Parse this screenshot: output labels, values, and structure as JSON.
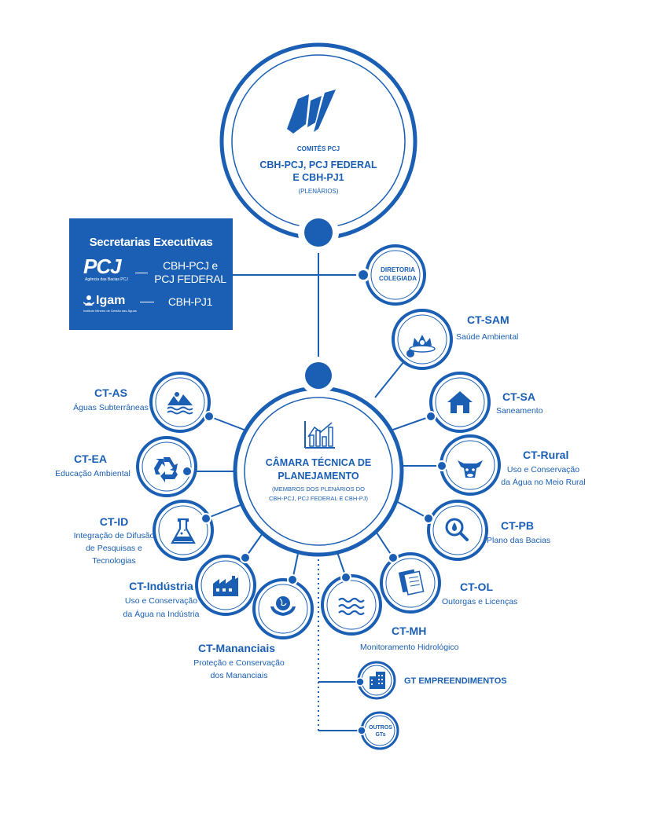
{
  "plenary": {
    "label_small": "COMITÊS PCJ",
    "title_line1": "CBH-PCJ, PCJ FEDERAL",
    "title_line2": "E CBH-PJ1",
    "subtitle": "(PLENÁRIOS)"
  },
  "secretarias": {
    "title": "Secretarias Executivas",
    "pcj_logo_text": "PCJ",
    "pcj_logo_sub": "Agência das Bacias PCJ",
    "pcj_label_line1": "CBH-PCJ e",
    "pcj_label_line2": "PCJ FEDERAL",
    "igam_logo_text": "Igam",
    "igam_logo_sub": "Instituto Mineiro de Gestão das Águas",
    "igam_label": "CBH-PJ1"
  },
  "diretoria": {
    "line1": "DIRETORIA",
    "line2": "COLEGIADA"
  },
  "camara": {
    "line1": "CÂMARA TÉCNICA DE",
    "line2": "PLANEJAMENTO",
    "sub1": "(MEMBROS DOS PLENÁRIOS DO",
    "sub2": "CBH-PCJ, PCJ FEDERAL E CBH-PJ)"
  },
  "committees": [
    {
      "code": "CT-SAM",
      "desc1": "Saúde Ambiental",
      "desc2": "",
      "desc3": "",
      "icon": "health-icon"
    },
    {
      "code": "CT-SA",
      "desc1": "Saneamento",
      "desc2": "",
      "desc3": "",
      "icon": "house-icon"
    },
    {
      "code": "CT-Rural",
      "desc1": "Uso e Conservação",
      "desc2": "da Água no Meio Rural",
      "desc3": "",
      "icon": "cow-icon"
    },
    {
      "code": "CT-PB",
      "desc1": "Plano das Bacias",
      "desc2": "",
      "desc3": "",
      "icon": "magnifier-drop-icon"
    },
    {
      "code": "CT-OL",
      "desc1": "Outorgas e Licenças",
      "desc2": "",
      "desc3": "",
      "icon": "document-icon"
    },
    {
      "code": "CT-MH",
      "desc1": "Monitoramento  Hidrológico",
      "desc2": "",
      "desc3": "",
      "icon": "waves-icon"
    },
    {
      "code": "CT-Mananciais",
      "desc1": "Proteção e Conservação",
      "desc2": "dos Mananciais",
      "desc3": "",
      "icon": "globe-hands-icon"
    },
    {
      "code": "CT-Indústria",
      "desc1": "Uso e Conservação",
      "desc2": "da Água na Indústria",
      "desc3": "",
      "icon": "factory-icon"
    },
    {
      "code": "CT-ID",
      "desc1": "Integração de Difusão",
      "desc2": "de Pesquisas e",
      "desc3": "Tecnologias",
      "icon": "flask-icon"
    },
    {
      "code": "CT-EA",
      "desc1": "Educação Ambiental",
      "desc2": "",
      "desc3": "",
      "icon": "recycle-icon"
    },
    {
      "code": "CT-AS",
      "desc1": "Águas Subterrâneas",
      "desc2": "",
      "desc3": "",
      "icon": "groundwater-icon"
    }
  ],
  "groups": [
    {
      "label": "GT EMPREENDIMENTOS",
      "icon": "buildings-icon"
    },
    {
      "line1": "OUTROS",
      "line2": "GTs"
    }
  ],
  "colors": {
    "primary": "#1a5fb4",
    "white": "#ffffff"
  }
}
